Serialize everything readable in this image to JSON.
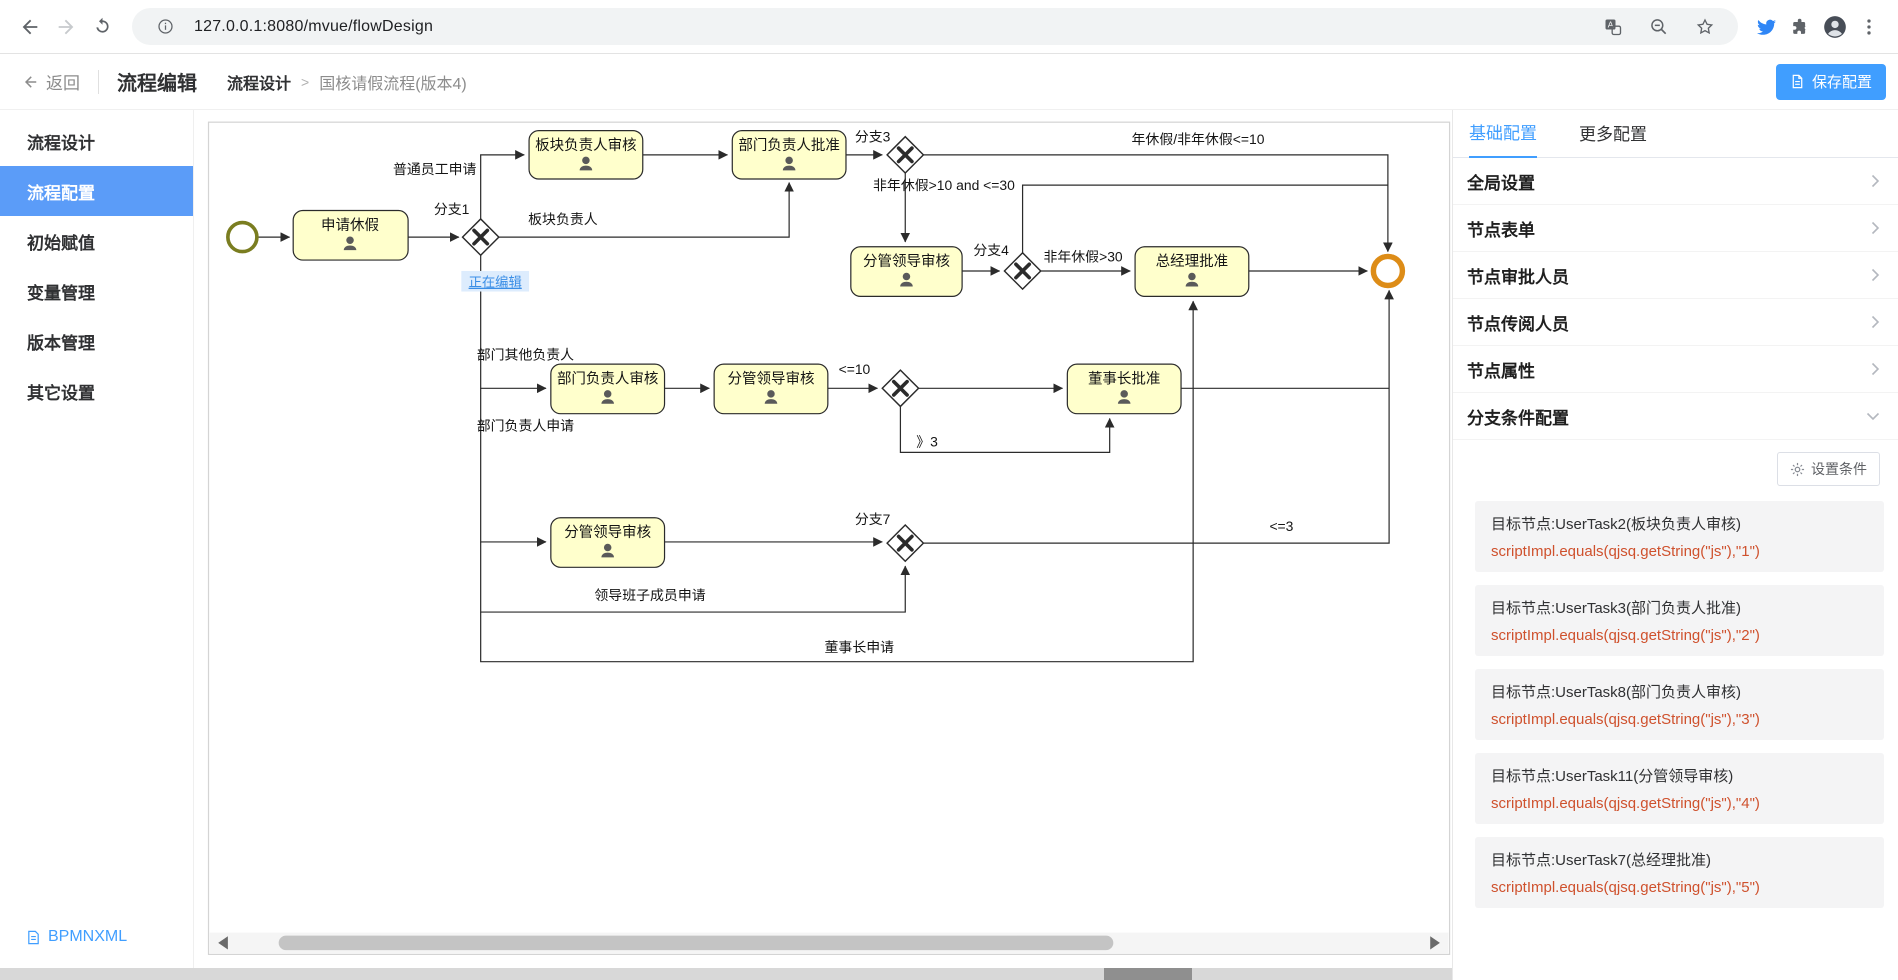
{
  "browser": {
    "url": "127.0.0.1:8080/mvue/flowDesign"
  },
  "header": {
    "back_label": "返回",
    "title": "流程编辑",
    "breadcrumb": {
      "root": "流程设计",
      "separator": ">",
      "current": "国核请假流程(版本4)"
    },
    "save_button": "保存配置"
  },
  "sidebar": {
    "items": [
      {
        "label": "流程设计",
        "active": false
      },
      {
        "label": "流程配置",
        "active": true
      },
      {
        "label": "初始赋值",
        "active": false
      },
      {
        "label": "变量管理",
        "active": false
      },
      {
        "label": "版本管理",
        "active": false
      },
      {
        "label": "其它设置",
        "active": false
      }
    ],
    "bpmn_link": "BPMNXML"
  },
  "diagram": {
    "tasks": [
      {
        "label": "申请休假"
      },
      {
        "label": "板块负责人审核"
      },
      {
        "label": "部门负责人批准"
      },
      {
        "label": "分管领导审核"
      },
      {
        "label": "总经理批准"
      },
      {
        "label": "部门负责人审核"
      },
      {
        "label": "分管领导审核"
      },
      {
        "label": "董事长批准"
      },
      {
        "label": "分管领导审核"
      }
    ],
    "labels": [
      "普通员工申请",
      "分支1",
      "板块负责人",
      "分支3",
      "年休假/非年休假<=10",
      "非年休假>10 and <=30",
      "分支4",
      "非年休假>30",
      "部门其他负责人",
      "部门负责人申请",
      "<=10",
      "》3",
      "分支7",
      "<=3",
      "领导班子成员申请",
      "董事长申请"
    ],
    "editing_tag": "正在编辑"
  },
  "panel": {
    "tabs": [
      {
        "label": "基础配置",
        "active": true
      },
      {
        "label": "更多配置",
        "active": false
      }
    ],
    "sections": [
      "全局设置",
      "节点表单",
      "节点审批人员",
      "节点传阅人员",
      "节点属性"
    ],
    "branch_section": {
      "title": "分支条件配置",
      "set_condition_button": "设置条件",
      "conditions": [
        {
          "target": "目标节点:UserTask2(板块负责人审核)",
          "script": "scriptImpl.equals(qjsq.getString(\"js\"),\"1\")"
        },
        {
          "target": "目标节点:UserTask3(部门负责人批准)",
          "script": "scriptImpl.equals(qjsq.getString(\"js\"),\"2\")"
        },
        {
          "target": "目标节点:UserTask8(部门负责人审核)",
          "script": "scriptImpl.equals(qjsq.getString(\"js\"),\"3\")"
        },
        {
          "target": "目标节点:UserTask11(分管领导审核)",
          "script": "scriptImpl.equals(qjsq.getString(\"js\"),\"4\")"
        },
        {
          "target": "目标节点:UserTask7(总经理批准)",
          "script": "scriptImpl.equals(qjsq.getString(\"js\"),\"5\")"
        }
      ]
    }
  },
  "colors": {
    "accent": "#409EFF",
    "task_fill": "#FFFFCC",
    "script_text": "#CF512D",
    "start_event_stroke": "#7A7D20",
    "end_event_stroke": "#DD8C17"
  }
}
